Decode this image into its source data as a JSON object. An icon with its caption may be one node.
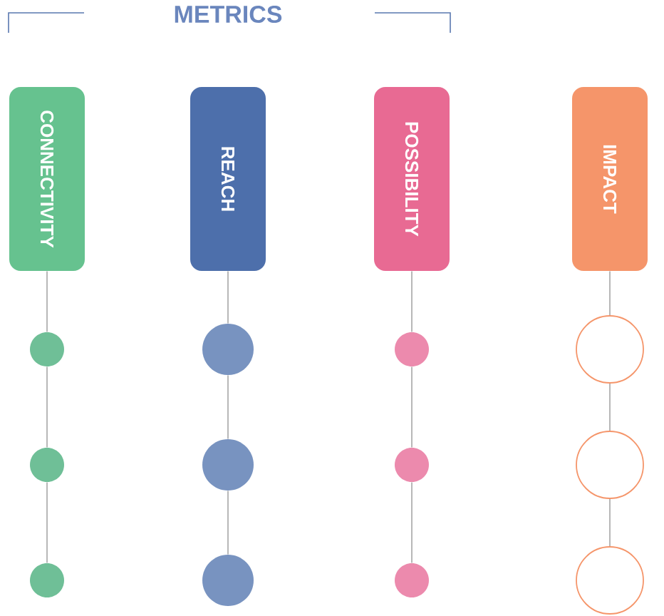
{
  "diagram": {
    "title": "METRICS",
    "nodes": [
      {
        "text": [
          "CONNECTIVITY"
        ]
      },
      {
        "text": [
          "REACH"
        ]
      },
      {
        "text": [
          "POSSIBILITY"
        ]
      },
      {
        "text": [
          "IMPACT"
        ]
      },
      {
        "text": [],
        "shape": "circle"
      },
      {
        "text": [],
        "shape": "circle"
      },
      {
        "text": [],
        "shape": "circle"
      },
      {
        "text": [],
        "shape": "circle"
      },
      {
        "text": [],
        "shape": "circle"
      },
      {
        "text": [],
        "shape": "circle"
      },
      {
        "text": [],
        "shape": "circle"
      },
      {
        "text": [],
        "shape": "circle"
      },
      {
        "text": [],
        "shape": "circle"
      },
      {
        "text": [],
        "shape": "circle"
      },
      {
        "text": [],
        "shape": "circle"
      },
      {
        "text": [],
        "shape": "circle"
      }
    ],
    "edges": [
      {
        "from": 0,
        "to": 4,
        "arrow": "none"
      },
      {
        "from": 4,
        "to": 8,
        "arrow": "none"
      },
      {
        "from": 8,
        "to": 12,
        "arrow": "none"
      },
      {
        "from": 1,
        "to": 5,
        "arrow": "none"
      },
      {
        "from": 5,
        "to": 9,
        "arrow": "none"
      },
      {
        "from": 9,
        "to": 13,
        "arrow": "none"
      },
      {
        "from": 2,
        "to": 6,
        "arrow": "none"
      },
      {
        "from": 6,
        "to": 10,
        "arrow": "none"
      },
      {
        "from": 10,
        "to": 14,
        "arrow": "none"
      },
      {
        "from": 3,
        "to": 7,
        "arrow": "none"
      },
      {
        "from": 7,
        "to": 11,
        "arrow": "none"
      },
      {
        "from": 11,
        "to": 15,
        "arrow": "none"
      }
    ]
  }
}
